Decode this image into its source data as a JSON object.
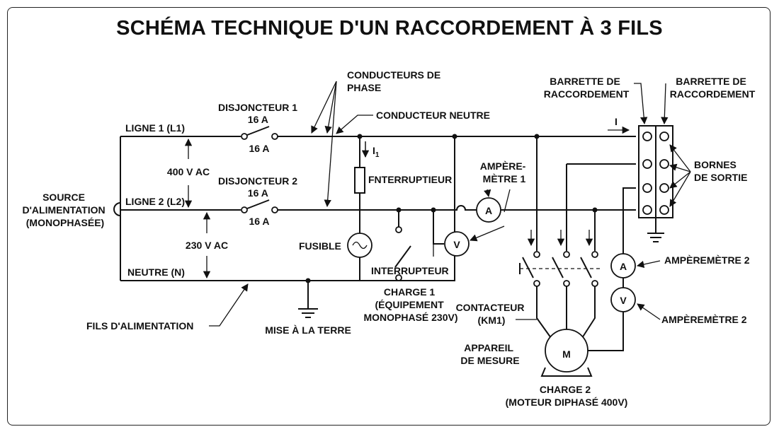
{
  "title": "SCHÉMA TECHNIQUE D'UN RACCORDEMENT À 3 FILS",
  "labels": {
    "ligne1": "LIGNE 1 (L1)",
    "ligne2": "LIGNE 2 (L2)",
    "neutre": "NEUTRE (N)",
    "source": [
      "SOURCE",
      "D'ALIMENTATION",
      "(MONOPHASÉE)"
    ],
    "v400": "400 V AC",
    "v230": "230 V AC",
    "disj1": [
      "DISJONCTEUR 1",
      "16 A",
      "16 A"
    ],
    "disj2": [
      "DISJONCTEUR 2",
      "16 A",
      "16 A"
    ],
    "conducteurs_phase": [
      "CONDUCTEURS DE",
      "PHASE"
    ],
    "conducteur_neutre": "CONDUCTEUR NEUTRE",
    "courant_i1": "I",
    "courant_i1_sub": "1",
    "fnterruptieur": "FNTERRUPTIEUR",
    "fusible": "FUSIBLE",
    "interrupteur": "INTERRUPTEUR",
    "amperemetre1": [
      "AMPÈRE-",
      "MÈTRE 1"
    ],
    "charge1": [
      "CHARGE 1",
      "(ÉQUIPEMENT",
      "MONOPHASÉ 230V)"
    ],
    "fils_alim": "FILS D'ALIMENTATION",
    "terre": "MISE À LA TERRE",
    "barrette1": [
      "BARRETTE DE",
      "RACCORDEMENT"
    ],
    "barrette2": [
      "BARRETTE DE",
      "RACCORDEMENT"
    ],
    "courant_i": "I",
    "bornes": [
      "BORNES",
      "DE SORTIE"
    ],
    "contacteur": [
      "CONTACTEUR",
      "(KM1)"
    ],
    "appareil": [
      "APPAREIL",
      "DE MESURE"
    ],
    "charge2": [
      "CHARGE 2",
      "(MOTEUR DIPHASÉ 400V)"
    ],
    "amperemetre2a": "AMPÈREMÈTRE 2",
    "amperemetre2b": "AMPÈREMÈTRE 2"
  },
  "symbols": {
    "ammeter": "A",
    "voltmeter": "V",
    "motor": "M"
  }
}
